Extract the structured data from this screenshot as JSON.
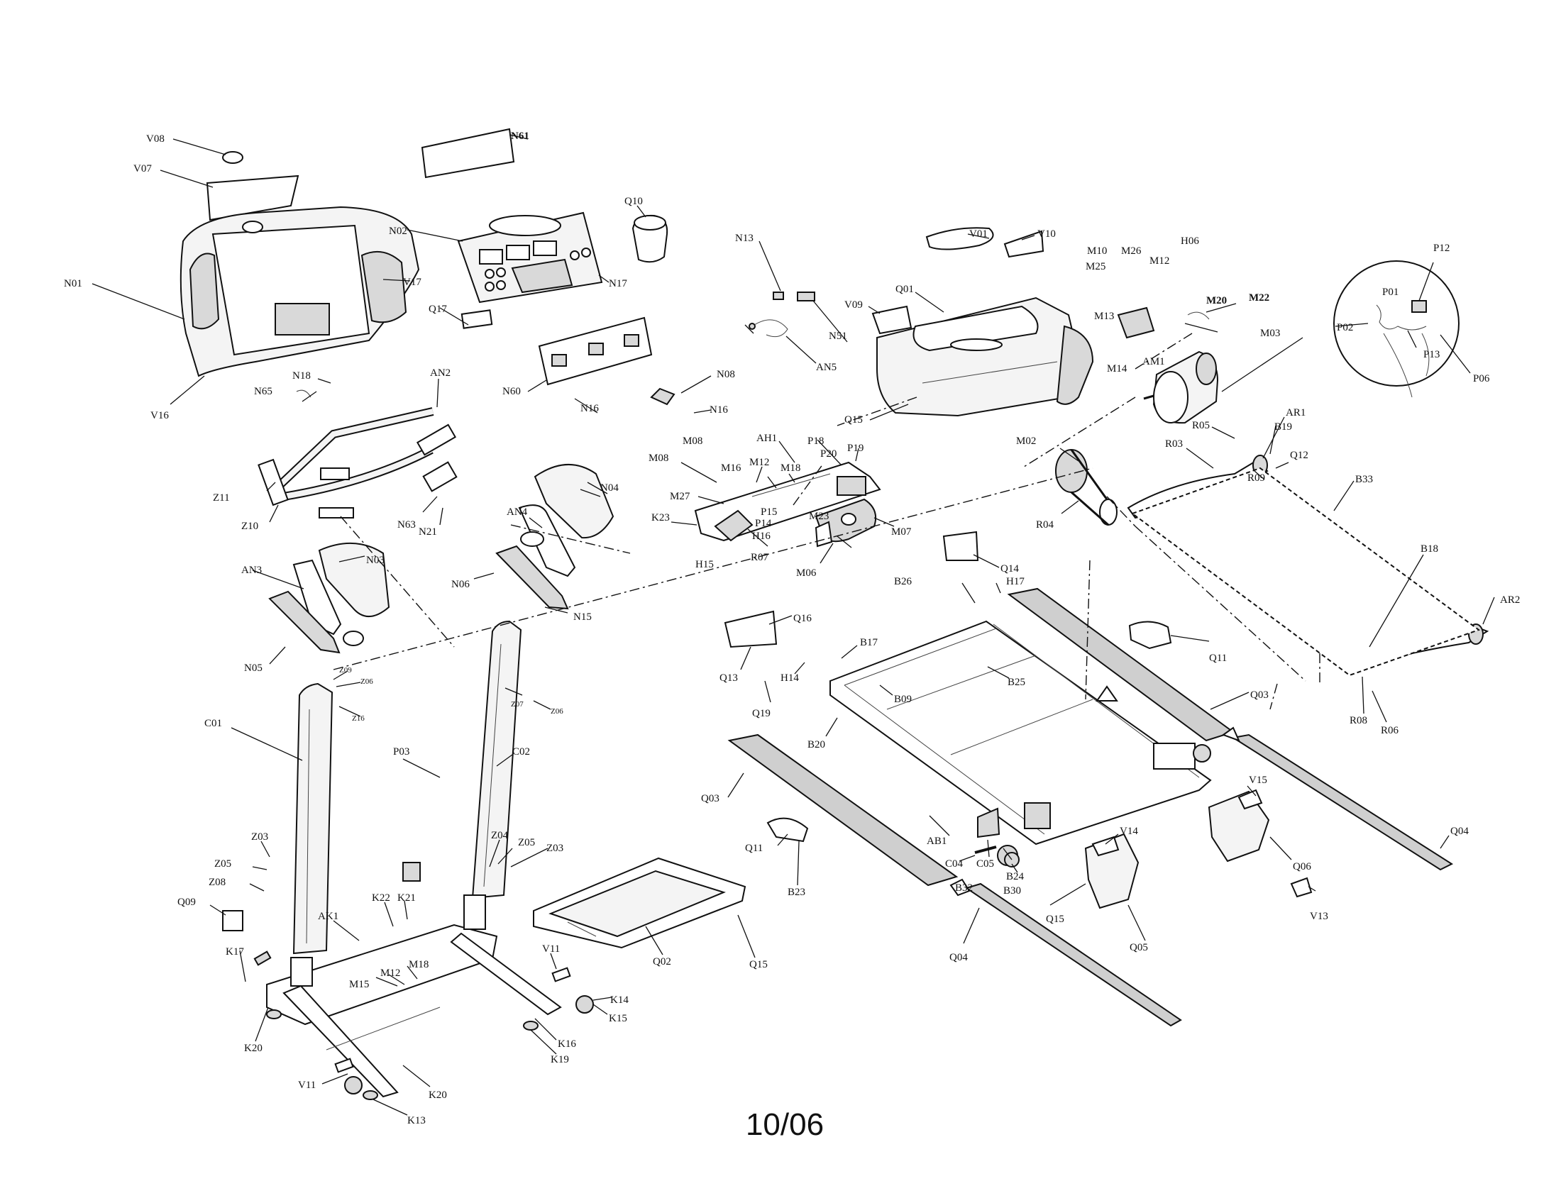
{
  "footer_text": "10/06",
  "labels": {
    "V08": "V08",
    "V07": "V07",
    "N61": "N61",
    "N01": "N01",
    "N02": "N02",
    "Q10": "Q10",
    "N17a": "N17",
    "V17": "V17",
    "V16": "V16",
    "Q17": "Q17",
    "N13": "N13",
    "N51": "N51",
    "AN5": "AN5",
    "N60": "N60",
    "N16a": "N16",
    "N08": "N08",
    "N16b": "N16",
    "V01": "V01",
    "V10": "V10",
    "V09": "V09",
    "Q01": "Q01",
    "Q15a": "Q15",
    "M10": "M10",
    "M26": "M26",
    "M25": "M25",
    "M12a": "M12",
    "H06": "H06",
    "M20": "M20",
    "M22": "M22",
    "M13a": "M13",
    "M14a": "M14",
    "AM1": "AM1",
    "M03": "M03",
    "P12": "P12",
    "P01": "P01",
    "P02": "P02",
    "P13": "P13",
    "P06": "P06",
    "N18a": "N18",
    "AN2": "AN2",
    "N65": "N65",
    "Z11": "Z11",
    "Z10": "Z10",
    "N63": "N63",
    "N21": "N21",
    "AN4": "AN4",
    "N04": "N04",
    "AN3": "AN3",
    "N03": "N03",
    "N06": "N06",
    "N05": "N05",
    "N15": "N15",
    "M08a": "M08",
    "M08b": "M08",
    "AH1": "AH1",
    "P18": "P18",
    "P19": "P19",
    "M16": "M16",
    "M12b": "M12",
    "M18a": "M18",
    "P20": "P20",
    "M27": "M27",
    "K23": "K23",
    "P15": "P15",
    "P14": "P14",
    "H16": "H16",
    "H15": "H15",
    "R07": "R07",
    "M23": "M23",
    "M06": "M06",
    "M07": "M07",
    "M02": "M02",
    "R04": "R04",
    "R05": "R05",
    "AR1": "AR1",
    "B19": "B19",
    "R03": "R03",
    "Q12": "Q12",
    "R09": "R09",
    "B33": "B33",
    "B18": "B18",
    "AR2": "AR2",
    "R08": "R08",
    "R06": "R06",
    "Q14": "Q14",
    "B26": "B26",
    "H17": "H17",
    "Q16": "Q16",
    "Q13": "Q13",
    "Q19": "Q19",
    "B17": "B17",
    "H14": "H14",
    "B09": "B09",
    "B25": "B25",
    "B20": "B20",
    "Q11a": "Q11",
    "Q03a": "Q03",
    "Q03b": "Q03",
    "AB1": "AB1",
    "C04": "C04",
    "C05": "C05",
    "B24": "B24",
    "B30": "B30",
    "B32": "B32",
    "V15": "V15",
    "V14": "V14",
    "Q06": "Q06",
    "Q04a": "Q04",
    "V13": "V13",
    "Q05": "Q05",
    "Q15b": "Q15",
    "Q04b": "Q04",
    "Q11b": "Q11",
    "B23": "B23",
    "Q02": "Q02",
    "Q15c": "Q15",
    "V11a": "V11",
    "C01": "C01",
    "C02": "C02",
    "P03": "P03",
    "Z09": "Z09",
    "Z06a": "Z06",
    "Z16": "Z16",
    "Z07": "Z07",
    "Z06b": "Z06",
    "Z03a": "Z03",
    "Z05a": "Z05",
    "Z08": "Z08",
    "Q09": "Q09",
    "K17": "K17",
    "K20a": "K20",
    "AK1": "AK1",
    "K22": "K22",
    "K21": "K21",
    "Z04": "Z04",
    "Z05b": "Z05",
    "Z03b": "Z03",
    "M15": "M15",
    "M12c": "M12",
    "M18b": "M18",
    "K15": "K15",
    "K14": "K14",
    "K16": "K16",
    "K19": "K19",
    "V11b": "V11",
    "K20b": "K20",
    "K13": "K13"
  }
}
